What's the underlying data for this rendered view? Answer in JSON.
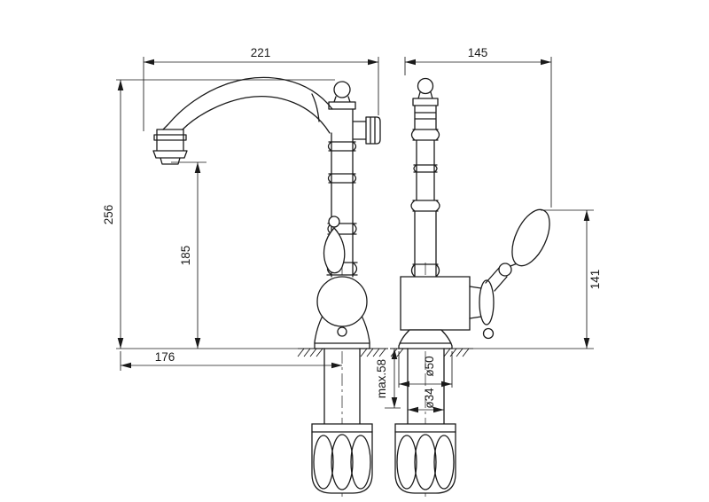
{
  "drawing": {
    "background": "#ffffff",
    "line_color": "#1a1a1a",
    "dimensions": {
      "spout_reach": "221",
      "side_width": "145",
      "overall_height": "256",
      "spout_outlet_height": "185",
      "handle_height": "141",
      "spout_tip_to_axis": "176",
      "max_deck_thickness": "max.58",
      "base_diameter": "ø50",
      "shank_diameter": "ø34"
    }
  }
}
